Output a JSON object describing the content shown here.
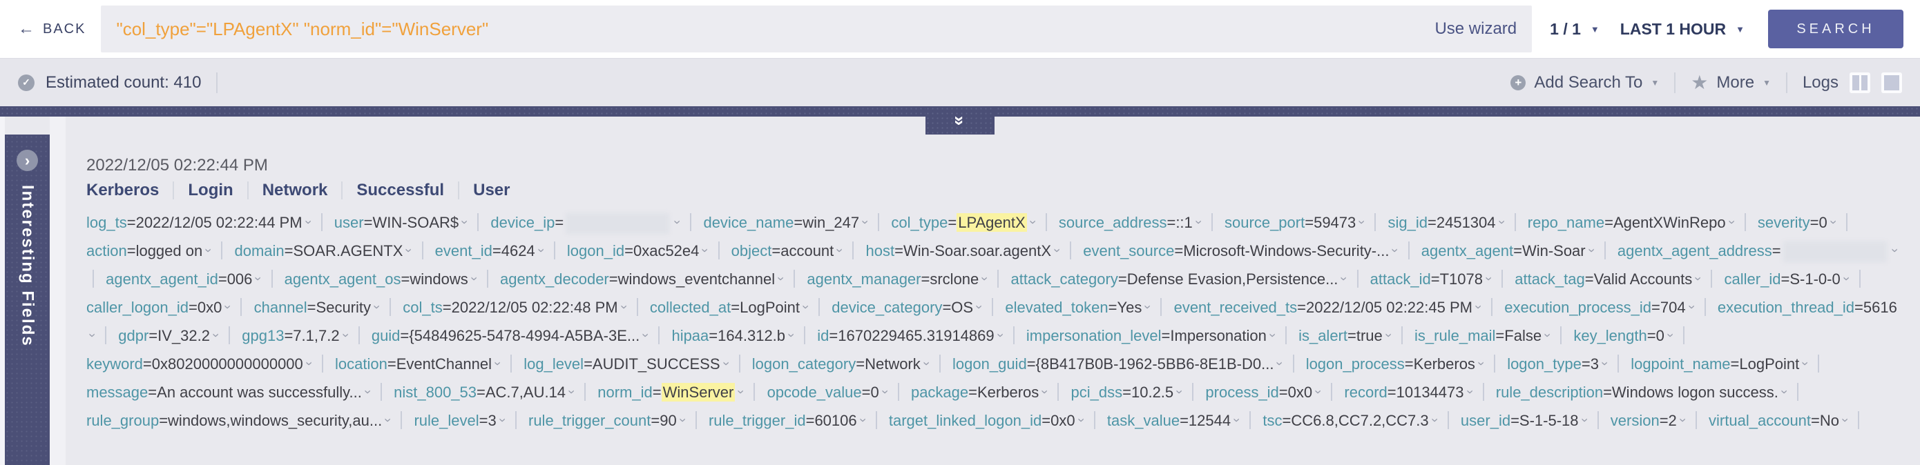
{
  "topbar": {
    "back_label": "BACK",
    "query": "\"col_type\"=\"LPAgentX\" \"norm_id\"=\"WinServer\"",
    "use_wizard_label": "Use wizard",
    "page_indicator": "1 / 1",
    "time_range": "LAST 1 HOUR",
    "search_label": "SEARCH"
  },
  "statusbar": {
    "estimated_count": "Estimated count: 410",
    "add_search_to_label": "Add Search To",
    "more_label": "More",
    "logs_label": "Logs"
  },
  "sidebar": {
    "title": "Interesting Fields"
  },
  "icons": {
    "back": "←",
    "caret": "▼",
    "check": "✓",
    "plus": "+",
    "star": "★",
    "chevron": "›",
    "double_chevron": "»"
  },
  "colors": {
    "accent_orange": "#f0a13c",
    "key_teal": "#4e95a6",
    "highlight_yellow": "#faf3a1",
    "dark_indigo": "#4b4f76",
    "button_indigo": "#5a61a1"
  },
  "log_entry": {
    "timestamp": "2022/12/05 02:22:44 PM",
    "tags": [
      "Kerberos",
      "Login",
      "Network",
      "Successful",
      "User"
    ],
    "fields": [
      {
        "key": "log_ts",
        "value": "2022/12/05 02:22:44 PM"
      },
      {
        "key": "user",
        "value": "WIN-SOAR$"
      },
      {
        "key": "device_ip",
        "value": "",
        "redacted": true
      },
      {
        "key": "device_name",
        "value": "win_247"
      },
      {
        "key": "col_type",
        "value": "LPAgentX",
        "highlight": true
      },
      {
        "key": "source_address",
        "value": "::1"
      },
      {
        "key": "source_port",
        "value": "59473"
      },
      {
        "key": "sig_id",
        "value": "2451304"
      },
      {
        "key": "repo_name",
        "value": "AgentXWinRepo"
      },
      {
        "key": "severity",
        "value": "0"
      },
      {
        "key": "action",
        "value": "logged on"
      },
      {
        "key": "domain",
        "value": "SOAR.AGENTX"
      },
      {
        "key": "event_id",
        "value": "4624"
      },
      {
        "key": "logon_id",
        "value": "0xac52e4"
      },
      {
        "key": "object",
        "value": "account"
      },
      {
        "key": "host",
        "value": "Win-Soar.soar.agentX"
      },
      {
        "key": "event_source",
        "value": "Microsoft-Windows-Security-..."
      },
      {
        "key": "agentx_agent",
        "value": "Win-Soar"
      },
      {
        "key": "agentx_agent_address",
        "value": "",
        "redacted": true
      },
      {
        "key": "agentx_agent_id",
        "value": "006"
      },
      {
        "key": "agentx_agent_os",
        "value": "windows"
      },
      {
        "key": "agentx_decoder",
        "value": "windows_eventchannel"
      },
      {
        "key": "agentx_manager",
        "value": "srclone"
      },
      {
        "key": "attack_category",
        "value": "Defense Evasion,Persistence..."
      },
      {
        "key": "attack_id",
        "value": "T1078"
      },
      {
        "key": "attack_tag",
        "value": "Valid Accounts"
      },
      {
        "key": "caller_id",
        "value": "S-1-0-0"
      },
      {
        "key": "caller_logon_id",
        "value": "0x0"
      },
      {
        "key": "channel",
        "value": "Security"
      },
      {
        "key": "col_ts",
        "value": "2022/12/05 02:22:48 PM"
      },
      {
        "key": "collected_at",
        "value": "LogPoint"
      },
      {
        "key": "device_category",
        "value": "OS"
      },
      {
        "key": "elevated_token",
        "value": "Yes"
      },
      {
        "key": "event_received_ts",
        "value": "2022/12/05 02:22:45 PM"
      },
      {
        "key": "execution_process_id",
        "value": "704"
      },
      {
        "key": "execution_thread_id",
        "value": "5616"
      },
      {
        "key": "gdpr",
        "value": "IV_32.2"
      },
      {
        "key": "gpg13",
        "value": "7.1,7.2"
      },
      {
        "key": "guid",
        "value": "{54849625-5478-4994-A5BA-3E..."
      },
      {
        "key": "hipaa",
        "value": "164.312.b"
      },
      {
        "key": "id",
        "value": "1670229465.31914869"
      },
      {
        "key": "impersonation_level",
        "value": "Impersonation"
      },
      {
        "key": "is_alert",
        "value": "true"
      },
      {
        "key": "is_rule_mail",
        "value": "False"
      },
      {
        "key": "key_length",
        "value": "0"
      },
      {
        "key": "keyword",
        "value": "0x8020000000000000"
      },
      {
        "key": "location",
        "value": "EventChannel"
      },
      {
        "key": "log_level",
        "value": "AUDIT_SUCCESS"
      },
      {
        "key": "logon_category",
        "value": "Network"
      },
      {
        "key": "logon_guid",
        "value": "{8B417B0B-1962-5BB6-8E1B-D0..."
      },
      {
        "key": "logon_process",
        "value": "Kerberos"
      },
      {
        "key": "logon_type",
        "value": "3"
      },
      {
        "key": "logpoint_name",
        "value": "LogPoint"
      },
      {
        "key": "message",
        "value": "An account was successfully..."
      },
      {
        "key": "nist_800_53",
        "value": "AC.7,AU.14"
      },
      {
        "key": "norm_id",
        "value": "WinServer",
        "highlight": true
      },
      {
        "key": "opcode_value",
        "value": "0"
      },
      {
        "key": "package",
        "value": "Kerberos"
      },
      {
        "key": "pci_dss",
        "value": "10.2.5"
      },
      {
        "key": "process_id",
        "value": "0x0"
      },
      {
        "key": "record",
        "value": "10134473"
      },
      {
        "key": "rule_description",
        "value": "Windows logon success."
      },
      {
        "key": "rule_group",
        "value": "windows,windows_security,au..."
      },
      {
        "key": "rule_level",
        "value": "3"
      },
      {
        "key": "rule_trigger_count",
        "value": "90"
      },
      {
        "key": "rule_trigger_id",
        "value": "60106"
      },
      {
        "key": "target_linked_logon_id",
        "value": "0x0"
      },
      {
        "key": "task_value",
        "value": "12544"
      },
      {
        "key": "tsc",
        "value": "CC6.8,CC7.2,CC7.3"
      },
      {
        "key": "user_id",
        "value": "S-1-5-18"
      },
      {
        "key": "version",
        "value": "2"
      },
      {
        "key": "virtual_account",
        "value": "No"
      }
    ]
  }
}
